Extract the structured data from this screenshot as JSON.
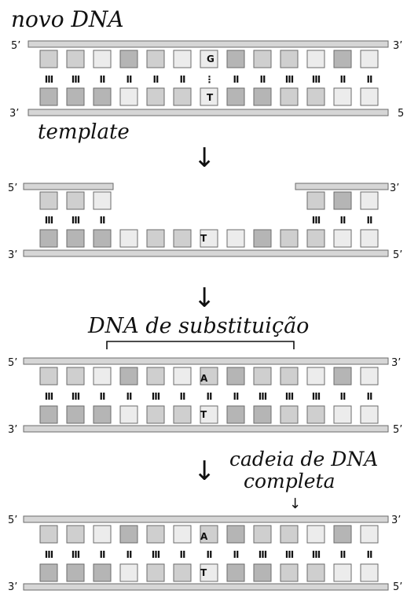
{
  "labels": {
    "new_dna": "novo DNA",
    "template": "template",
    "replacement_dna": "DNA de substituição",
    "complete_strand": "cadeia de DNA",
    "complete_strand_2": "completa"
  },
  "ends": {
    "five_prime": "5’",
    "three_prime": "3’",
    "five": "5"
  },
  "bases": {
    "G": "G",
    "T": "T",
    "A": "A"
  },
  "colors": {
    "dark_box": "#b5b5b5",
    "mid_box": "#cfcfcf",
    "light_box": "#ececec",
    "strand": "#d6d6d6",
    "outline": "#6b6b6b"
  },
  "panels": [
    {
      "id": "panel-1",
      "top_tones": [
        "mid",
        "mid",
        "light",
        "dark",
        "mid",
        "light",
        "light",
        "dark",
        "mid",
        "mid",
        "light",
        "dark",
        "light"
      ],
      "bonds": [
        "III",
        "III",
        "II",
        "II",
        "II",
        "II",
        "⋮",
        "II",
        "II",
        "III",
        "III",
        "II",
        "II"
      ],
      "bottom_tones": [
        "dark",
        "dark",
        "dark",
        "light",
        "mid",
        "mid",
        "light",
        "dark",
        "dark",
        "mid",
        "mid",
        "light",
        "light"
      ]
    },
    {
      "id": "panel-2",
      "top_left_tones": [
        "mid",
        "mid",
        "light"
      ],
      "top_right_tones": [
        "mid",
        "dark",
        "light"
      ],
      "bonds_left": [
        "III",
        "III",
        "II"
      ],
      "bonds_right": [
        "III",
        "II",
        "II"
      ],
      "bottom_tones": [
        "dark",
        "dark",
        "dark",
        "light",
        "mid",
        "mid",
        "light",
        "light",
        "dark",
        "mid",
        "mid",
        "light",
        "light"
      ]
    },
    {
      "id": "panel-3",
      "top_tones": [
        "mid",
        "mid",
        "light",
        "dark",
        "mid",
        "light",
        "mid",
        "dark",
        "mid",
        "mid",
        "light",
        "dark",
        "light"
      ],
      "bonds": [
        "III",
        "III",
        "II",
        "II",
        "III",
        "II",
        "II",
        "II",
        "III",
        "III",
        "III",
        "II",
        "II"
      ],
      "bottom_tones": [
        "dark",
        "dark",
        "dark",
        "light",
        "mid",
        "mid",
        "light",
        "dark",
        "dark",
        "mid",
        "mid",
        "light",
        "light"
      ]
    },
    {
      "id": "panel-4",
      "top_tones": [
        "mid",
        "mid",
        "light",
        "dark",
        "mid",
        "light",
        "mid",
        "dark",
        "mid",
        "mid",
        "light",
        "dark",
        "light"
      ],
      "bonds": [
        "III",
        "III",
        "II",
        "II",
        "III",
        "II",
        "II",
        "II",
        "III",
        "III",
        "III",
        "II",
        "II"
      ],
      "bottom_tones": [
        "dark",
        "dark",
        "dark",
        "light",
        "mid",
        "mid",
        "light",
        "dark",
        "dark",
        "mid",
        "mid",
        "light",
        "light"
      ]
    }
  ]
}
